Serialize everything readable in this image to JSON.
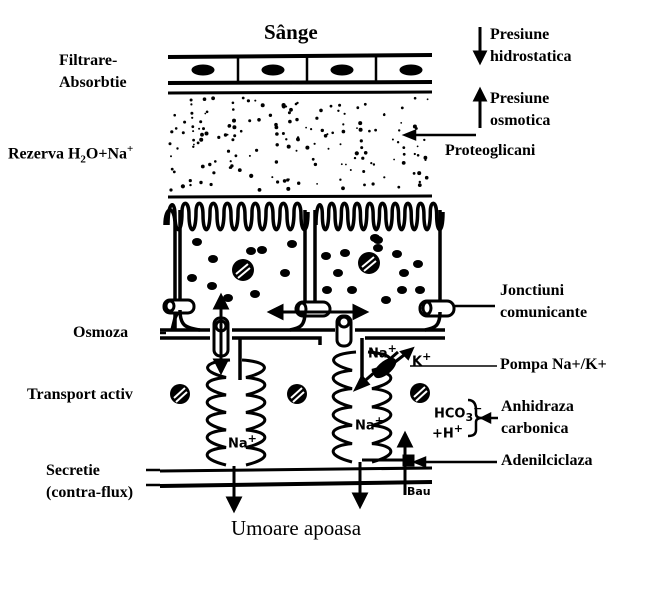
{
  "title_top": "Sânge",
  "title_bottom": "Umoare apoasa",
  "left_labels": {
    "filtrare_line1": "Filtrare-",
    "filtrare_line2": "Absorbtie",
    "rezerva_prefix": "Rezerva H",
    "rezerva_sub": "2",
    "rezerva_mid": "O+Na",
    "rezerva_sup": "+",
    "osmoza": "Osmoza",
    "transport": "Transport activ",
    "secretie_line1": "Secretie",
    "secretie_line2": "(contra-flux)"
  },
  "right_labels": {
    "presiune_h_line1": "Presiune",
    "presiune_h_line2": "hidrostatica",
    "presiune_o_line1": "Presiune",
    "presiune_o_line2": "osmotica",
    "proteoglicani": "Proteoglicani",
    "jonctiuni_line1": "Jonctiuni",
    "jonctiuni_line2": "comunicante",
    "pompa": "Pompa Na+/K+",
    "anhidraza_line1": "Anhidraza",
    "anhidraza_line2": "carbonica",
    "adenilciclaza": "Adenilciclaza"
  },
  "inline_labels": {
    "na_top": "Na",
    "na_top_sup": "+",
    "k": "K",
    "k_sup": "+",
    "na_left": "Na",
    "na_left_sup": "+",
    "na_right": "Na",
    "na_right_sup": "+",
    "hco3": "HCO",
    "hco3_sub": "3",
    "hco3_sup": "−",
    "h": "+H",
    "h_sup": "+",
    "bau": "Bau"
  }
}
